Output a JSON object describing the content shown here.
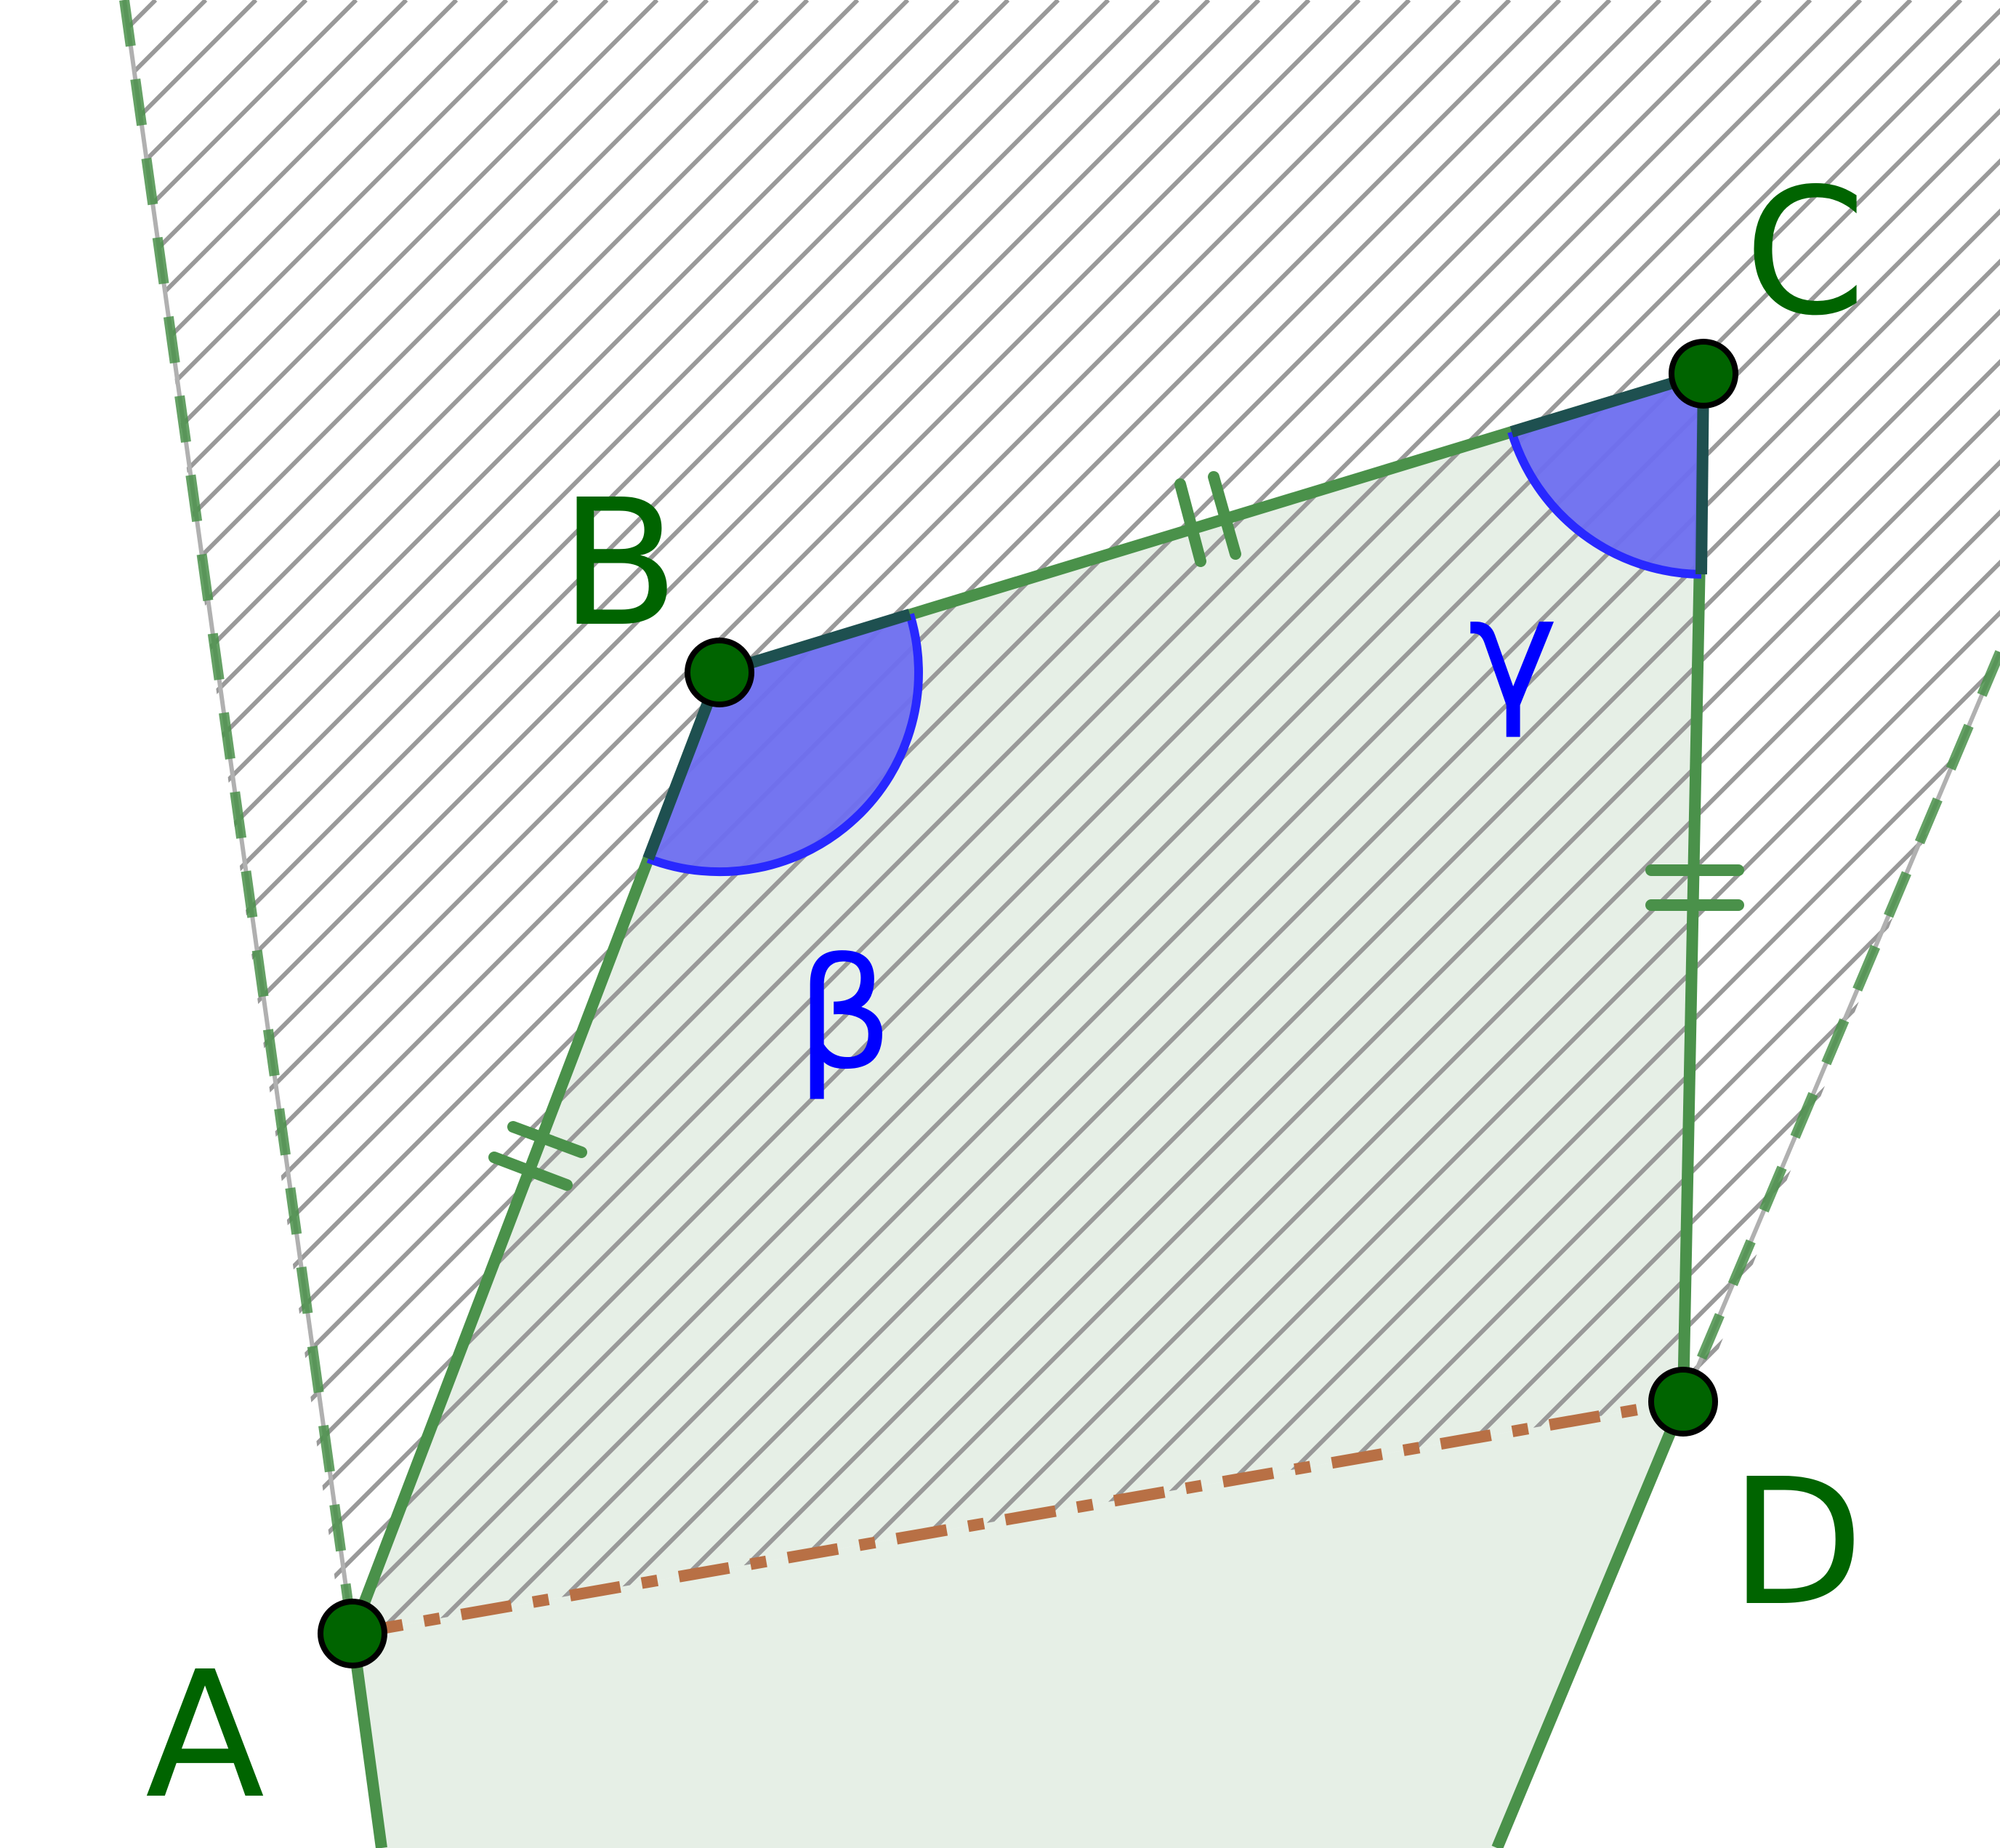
{
  "points": {
    "A": {
      "label": "A"
    },
    "B": {
      "label": "B"
    },
    "C": {
      "label": "C"
    },
    "D": {
      "label": "D"
    }
  },
  "angles": {
    "beta": {
      "label": "β",
      "vertex": "B"
    },
    "gamma": {
      "label": "γ",
      "vertex": "C"
    }
  },
  "segments": [
    {
      "from": "A",
      "to": "B",
      "tick_marks": 2
    },
    {
      "from": "B",
      "to": "C",
      "tick_marks": 2
    },
    {
      "from": "C",
      "to": "D",
      "tick_marks": 2
    },
    {
      "from": "A",
      "to": "D",
      "style": "dash-dot"
    }
  ],
  "colors": {
    "point_fill": "#006400",
    "segment": "#4a914a",
    "region_fill": "#e6efe6",
    "hatch": "#999999",
    "angle_fill": "#6e6ef0",
    "angle_stroke": "#2828ff",
    "dashdot": "#b87045",
    "label_points": "#006400",
    "label_angles": "#0000ff"
  }
}
